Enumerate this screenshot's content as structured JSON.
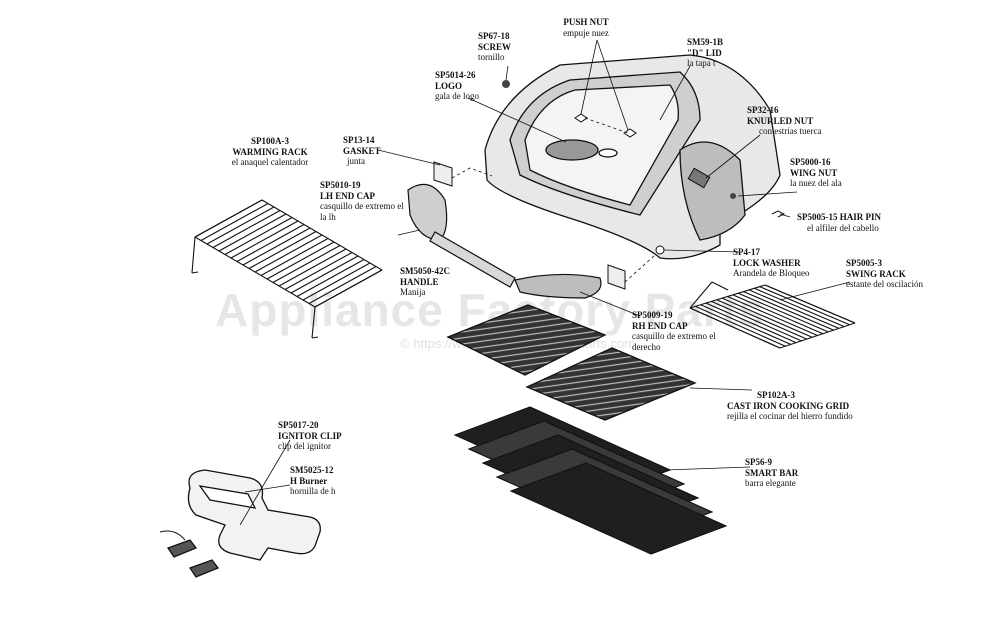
{
  "watermark": {
    "text": "Appliance Factory Parts",
    "copyright": "© https://www.appliancefactoryparts.com"
  },
  "parts": {
    "screw": {
      "code": "SP67-18",
      "name": "SCREW",
      "spanish": "tornillo"
    },
    "push_nut": {
      "code": "",
      "name": "PUSH NUT",
      "spanish": "empuje nuez"
    },
    "d_lid": {
      "code": "SM59-1B",
      "name": "\"D\" LID",
      "spanish": "la tapa t"
    },
    "logo": {
      "code": "SP5014-26",
      "name": "LOGO",
      "spanish": "gala de logo"
    },
    "knurled_nut": {
      "code": "SP32-16",
      "name": "KNURLED NUT",
      "spanish": "con estrías tuerca"
    },
    "gasket": {
      "code": "SP13-14",
      "name": "GASKET",
      "spanish": "junta"
    },
    "warming_rack": {
      "code": "SP100A-3",
      "name": "WARMING RACK",
      "spanish": "el anaquel calentador"
    },
    "wing_nut": {
      "code": "SP5000-16",
      "name": "WING NUT",
      "spanish": "la nuez del ala"
    },
    "lh_end_cap": {
      "code": "SP5010-19",
      "name": "LH END CAP",
      "spanish": "casquillo de extremo el la lh"
    },
    "hair_pin": {
      "code": "",
      "name": "SP5005-15 HAIR PIN",
      "spanish": "el alfiler del cabello"
    },
    "lock_washer": {
      "code": "SP4-17",
      "name": "LOCK WASHER",
      "spanish": "Arandela de Bloqueo"
    },
    "handle": {
      "code": "SM5050-42C",
      "name": "HANDLE",
      "spanish": "Manija"
    },
    "swing_rack": {
      "code": "SP5005-3",
      "name": "SWING RACK",
      "spanish": "estante del oscilación"
    },
    "rh_end_cap": {
      "code": "SP5009-19",
      "name": "RH END CAP",
      "spanish": "casquillo de extremo el derecho"
    },
    "cooking_grid": {
      "code": "SP102A-3",
      "name": "CAST IRON COOKING GRID",
      "spanish": "rejilla el cocinar del hierro fundido"
    },
    "ignitor_clip": {
      "code": "SP5017-20",
      "name": "IGNITOR CLIP",
      "spanish": "clip del ignitor"
    },
    "h_burner": {
      "code": "SM5025-12",
      "name": "H Burner",
      "spanish": "hornilla de h"
    },
    "smart_bar": {
      "code": "SP56-9",
      "name": "SMART BAR",
      "spanish": "barra elegante"
    }
  }
}
